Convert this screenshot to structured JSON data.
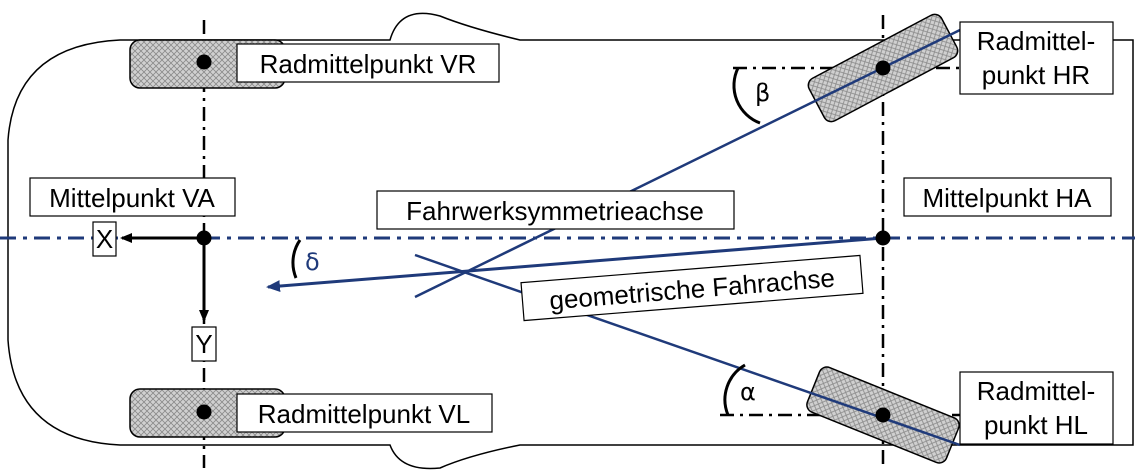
{
  "labels": {
    "radmittelpunkt_vr": "Radmittelpunkt VR",
    "radmittelpunkt_vl": "Radmittelpunkt VL",
    "radmittelpunkt_hr_line1": "Radmittel-",
    "radmittelpunkt_hr_line2": "punkt HR",
    "radmittelpunkt_hl_line1": "Radmittel-",
    "radmittelpunkt_hl_line2": "punkt HL",
    "mittelpunkt_va": "Mittelpunkt VA",
    "mittelpunkt_ha": "Mittelpunkt HA",
    "fahrwerksymmetrieachse": "Fahrwerksymmetrieachse",
    "geometrische_fahrachse": "geometrische Fahrachse",
    "axis_x": "X",
    "axis_y": "Y"
  },
  "angles": {
    "beta": "β",
    "alpha": "α",
    "delta": "δ"
  },
  "colors": {
    "axis_blue": "#1f3a7a",
    "tire_fill": "#c8c8c8",
    "outline": "#000000"
  }
}
